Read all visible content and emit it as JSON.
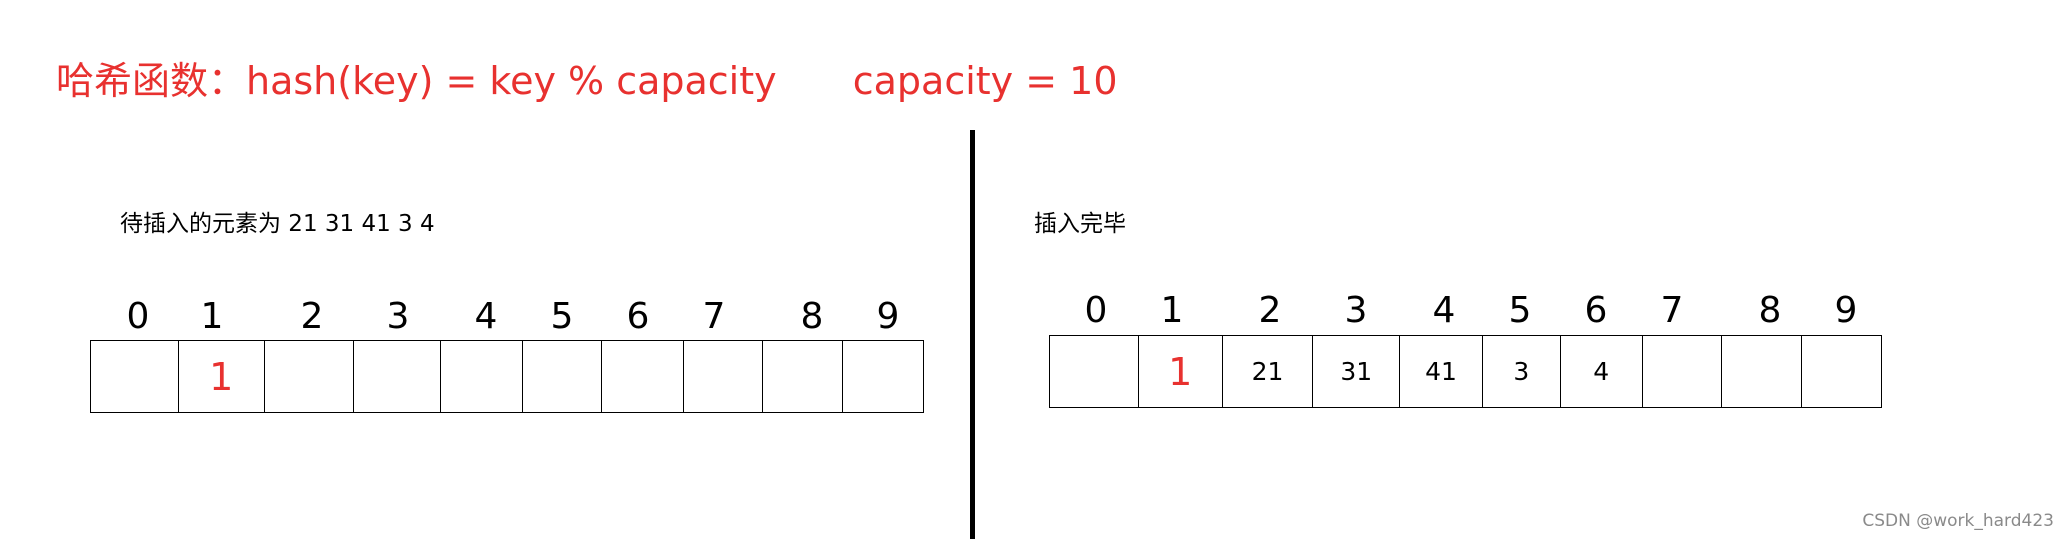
{
  "title": {
    "formula": "哈希函数：hash(key) = key % capacity",
    "capacity": "capacity = 10",
    "color": "#e8312f"
  },
  "left": {
    "caption": "待插入的元素为   21  31  41   3   4",
    "indices": [
      "0",
      "1",
      "2",
      "3",
      "4",
      "5",
      "6",
      "7",
      "8",
      "9"
    ],
    "cells": [
      "",
      "1",
      "",
      "",
      "",
      "",
      "",
      "",
      "",
      ""
    ]
  },
  "right": {
    "caption": "插入完毕",
    "indices": [
      "0",
      "1",
      "2",
      "3",
      "4",
      "5",
      "6",
      "7",
      "8",
      "9"
    ],
    "cells": [
      "",
      "1",
      "21",
      "31",
      "41",
      "3",
      "4",
      "",
      "",
      ""
    ]
  },
  "highlight_color": "#e8312f",
  "watermark": "CSDN @work_hard423"
}
